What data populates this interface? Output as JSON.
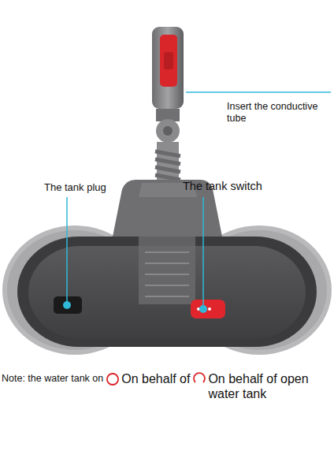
{
  "diagram": {
    "labels": [
      "Insert the conductive tube",
      "The tank plug",
      "The tank switch",
      "Note: the water tank on",
      "On behalf of",
      "On behalf of open water tank"
    ]
  }
}
